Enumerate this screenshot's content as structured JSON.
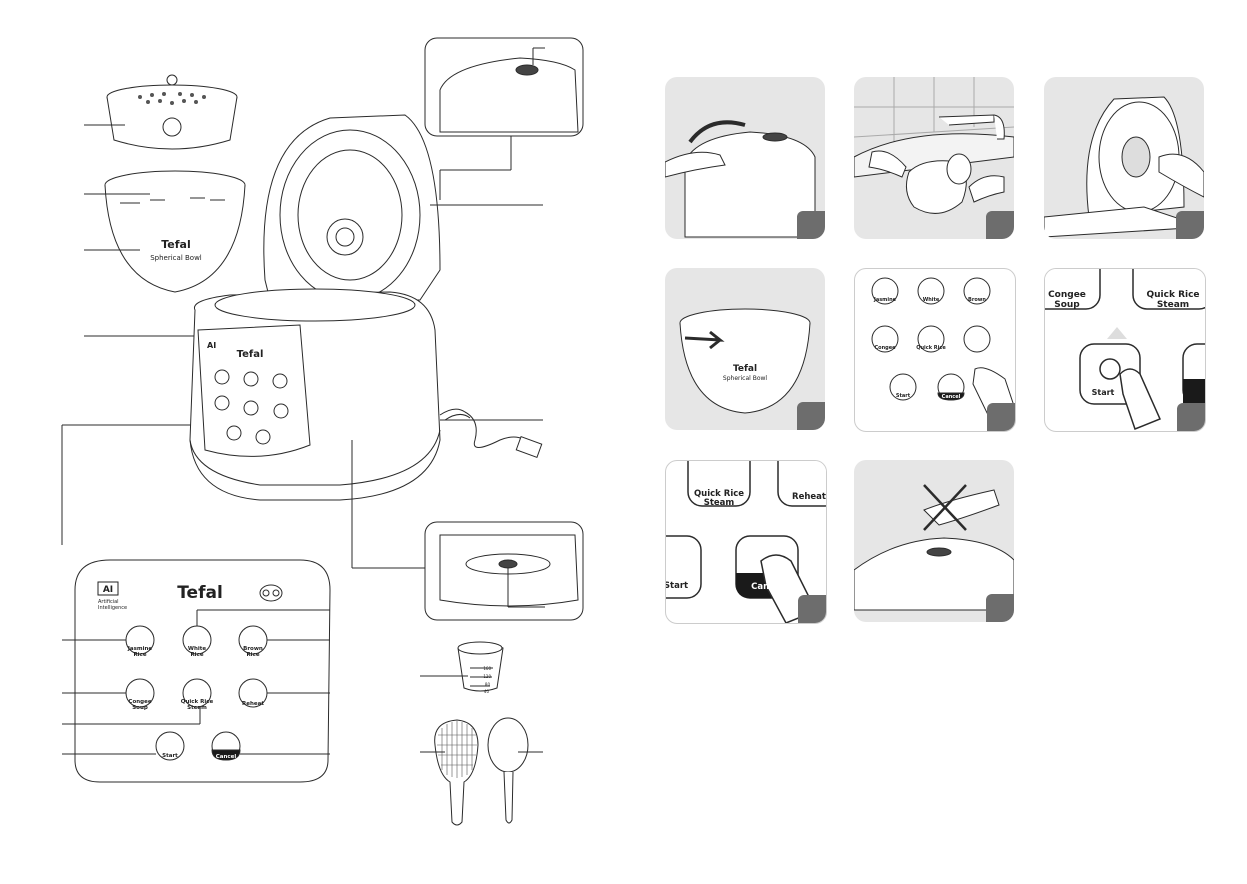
{
  "brand": "Tefal",
  "bowl": {
    "name": "Spherical Bowl"
  },
  "control_panel": {
    "ai_badge": "AI",
    "ai_text_line1": "Artificial",
    "ai_text_line2": "Intelligence",
    "buttons": {
      "jasmine_rice": [
        "Jasmine",
        "Rice"
      ],
      "white_rice": [
        "White",
        "Rice"
      ],
      "brown_rice": [
        "Brown",
        "Rice"
      ],
      "congee_soup": [
        "Congee",
        "Soup"
      ],
      "quick_rice_steam": [
        "Quick Rice",
        "Steam"
      ],
      "reheat": "Reheat",
      "start": "Start",
      "cancel": "Cancel"
    }
  },
  "measuring_cup": {
    "marks": [
      "160",
      "120",
      "80",
      "40"
    ]
  },
  "icons": [
    "steam-basket-icon",
    "inner-bowl-icon",
    "rice-cooker-icon",
    "steam-valve-icon",
    "power-cord-icon",
    "measuring-cup-icon",
    "rice-paddle-icon",
    "soup-ladle-icon",
    "hand-icon",
    "faucet-icon",
    "power-icon",
    "steam-icon",
    "thermometer-icon",
    "bowl-icon",
    "arrow-icon"
  ],
  "colors": {
    "line": "#2b2b2b",
    "panel_bg": "#e6e6e6",
    "step_tab": "#6d6d6d",
    "cancel_bar": "#1a1a1a"
  }
}
